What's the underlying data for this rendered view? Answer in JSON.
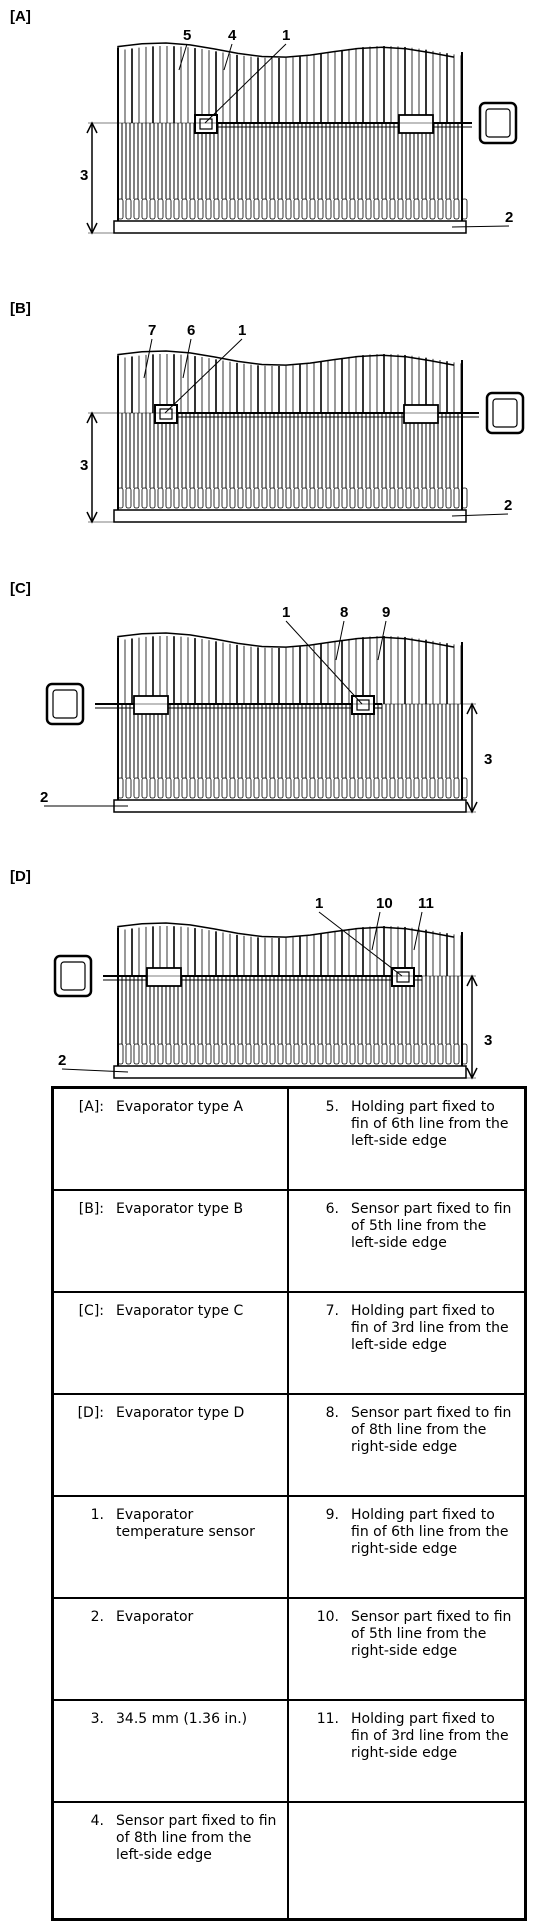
{
  "panels": [
    {
      "label": "[A]",
      "callouts": {
        "n1": "1",
        "n2": "2",
        "n3": "3",
        "nA": "5",
        "nB": "4"
      }
    },
    {
      "label": "[B]",
      "callouts": {
        "n1": "1",
        "n2": "2",
        "n3": "3",
        "nA": "7",
        "nB": "6"
      }
    },
    {
      "label": "[C]",
      "callouts": {
        "n1": "1",
        "n2": "2",
        "n3": "3",
        "nA": "8",
        "nB": "9"
      }
    },
    {
      "label": "[D]",
      "callouts": {
        "n1": "1",
        "n2": "2",
        "n3": "3",
        "nA": "10",
        "nB": "11"
      }
    }
  ],
  "legend": [
    {
      "left": {
        "key": "[A]:",
        "text": "Evaporator type A"
      },
      "right": {
        "key": "5.",
        "text": "Holding part fixed to fin of 6th line from the left-side edge"
      }
    },
    {
      "left": {
        "key": "[B]:",
        "text": "Evaporator type B"
      },
      "right": {
        "key": "6.",
        "text": "Sensor part fixed to fin of 5th line from the left-side edge"
      }
    },
    {
      "left": {
        "key": "[C]:",
        "text": "Evaporator type C"
      },
      "right": {
        "key": "7.",
        "text": "Holding part fixed to fin of 3rd line from the left-side edge"
      }
    },
    {
      "left": {
        "key": "[D]:",
        "text": "Evaporator type D"
      },
      "right": {
        "key": "8.",
        "text": "Sensor part fixed to fin of 8th line from the right-side edge"
      }
    },
    {
      "left": {
        "key": "1.",
        "text": "Evaporator temperature sensor"
      },
      "right": {
        "key": "9.",
        "text": "Holding part fixed to fin of 6th line from the right-side edge"
      }
    },
    {
      "left": {
        "key": "2.",
        "text": "Evaporator"
      },
      "right": {
        "key": "10.",
        "text": "Sensor part fixed to fin of 5th line from the right-side edge"
      }
    },
    {
      "left": {
        "key": "3.",
        "text": "34.5 mm (1.36 in.)"
      },
      "right": {
        "key": "11.",
        "text": "Holding part fixed to fin of 3rd line from the right-side edge"
      }
    },
    {
      "left": {
        "key": "4.",
        "text": "Sensor part fixed to fin of 8th line from the left-side edge"
      },
      "right": {
        "key": "",
        "text": ""
      }
    }
  ]
}
